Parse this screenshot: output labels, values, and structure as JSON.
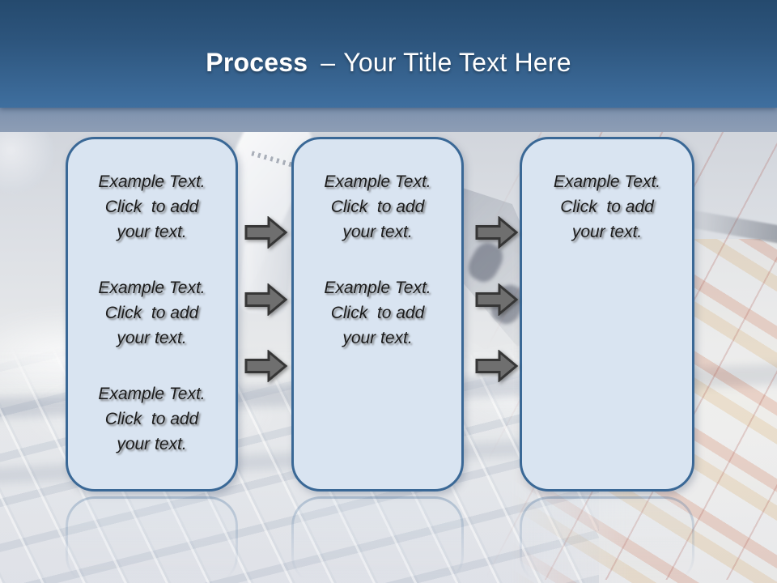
{
  "title": {
    "keyword": "Process",
    "separator": "–",
    "text": "Your Title Text Here"
  },
  "boxes": [
    {
      "name": "process-step-1",
      "paragraphs": [
        "Example Text.\nClick  to add\nyour text.",
        "Example Text.\nClick  to add\nyour text.",
        "Example Text.\nClick  to add\nyour text."
      ]
    },
    {
      "name": "process-step-2",
      "paragraphs": [
        "Example Text.\nClick  to add\nyour text.",
        "Example Text.\nClick  to add\nyour text."
      ]
    },
    {
      "name": "process-step-3",
      "paragraphs": [
        "Example Text.\nClick  to add\nyour text."
      ]
    }
  ],
  "arrows": {
    "direction": "right",
    "count": 6
  },
  "colors": {
    "header_gradient_top": "#254a6e",
    "header_gradient_bottom": "#3f6f9f",
    "title_text": "#ffffff",
    "box_fill": "#d9e4f1",
    "box_border": "#3a6896",
    "body_text": "#1b1b1b",
    "arrow_fill": "#6f6f6f",
    "arrow_border": "#363636"
  }
}
